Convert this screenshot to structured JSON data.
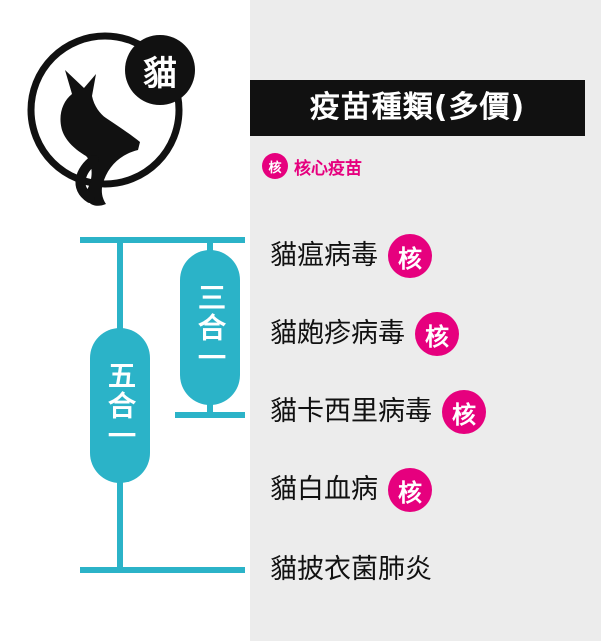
{
  "header": {
    "category_label": "貓",
    "title": "疫苗種類(多價)"
  },
  "legend": {
    "badge": "核",
    "label": "核心疫苗"
  },
  "vaccines": [
    {
      "name": "貓瘟病毒",
      "core": true,
      "badge": "核"
    },
    {
      "name": "貓皰疹病毒",
      "core": true,
      "badge": "核"
    },
    {
      "name": "貓卡西里病毒",
      "core": true,
      "badge": "核"
    },
    {
      "name": "貓白血病",
      "core": true,
      "badge": "核"
    },
    {
      "name": "貓披衣菌肺炎",
      "core": false,
      "badge": ""
    }
  ],
  "combos": {
    "three_in_one": "三合一",
    "five_in_one": "五合一"
  },
  "colors": {
    "accent": "#e6007e",
    "bracket": "#2bb3c8",
    "title_bg": "#111111",
    "panel_bg": "#ececec"
  },
  "icons": {
    "cat": "cat-silhouette-icon"
  }
}
